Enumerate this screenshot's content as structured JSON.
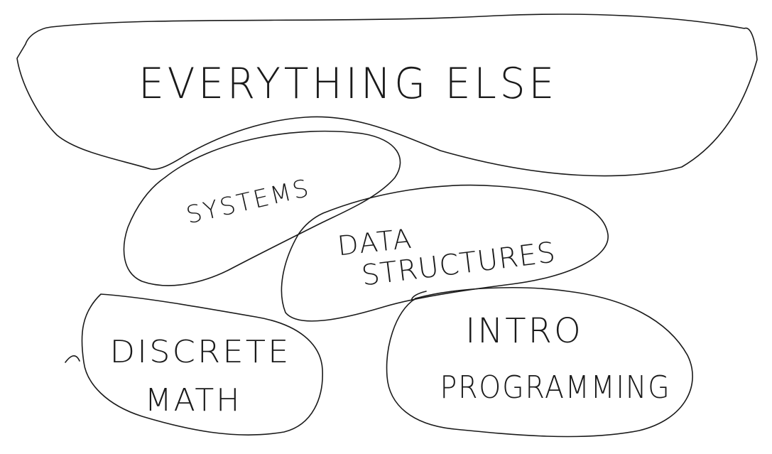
{
  "diagram": {
    "blobs": [
      {
        "id": "everything-else",
        "lines": [
          "EVERYTHING ELSE"
        ]
      },
      {
        "id": "systems",
        "lines": [
          "SYSTEMS"
        ]
      },
      {
        "id": "data-structures",
        "lines": [
          "DATA",
          "STRUCTURES"
        ]
      },
      {
        "id": "discrete-math",
        "lines": [
          "DISCRETE",
          "MATH"
        ]
      },
      {
        "id": "intro-programming",
        "lines": [
          "INTRO",
          "PROGRAMMING"
        ]
      }
    ]
  },
  "colors": {
    "ink": "#1a1a1a",
    "background": "#ffffff"
  }
}
